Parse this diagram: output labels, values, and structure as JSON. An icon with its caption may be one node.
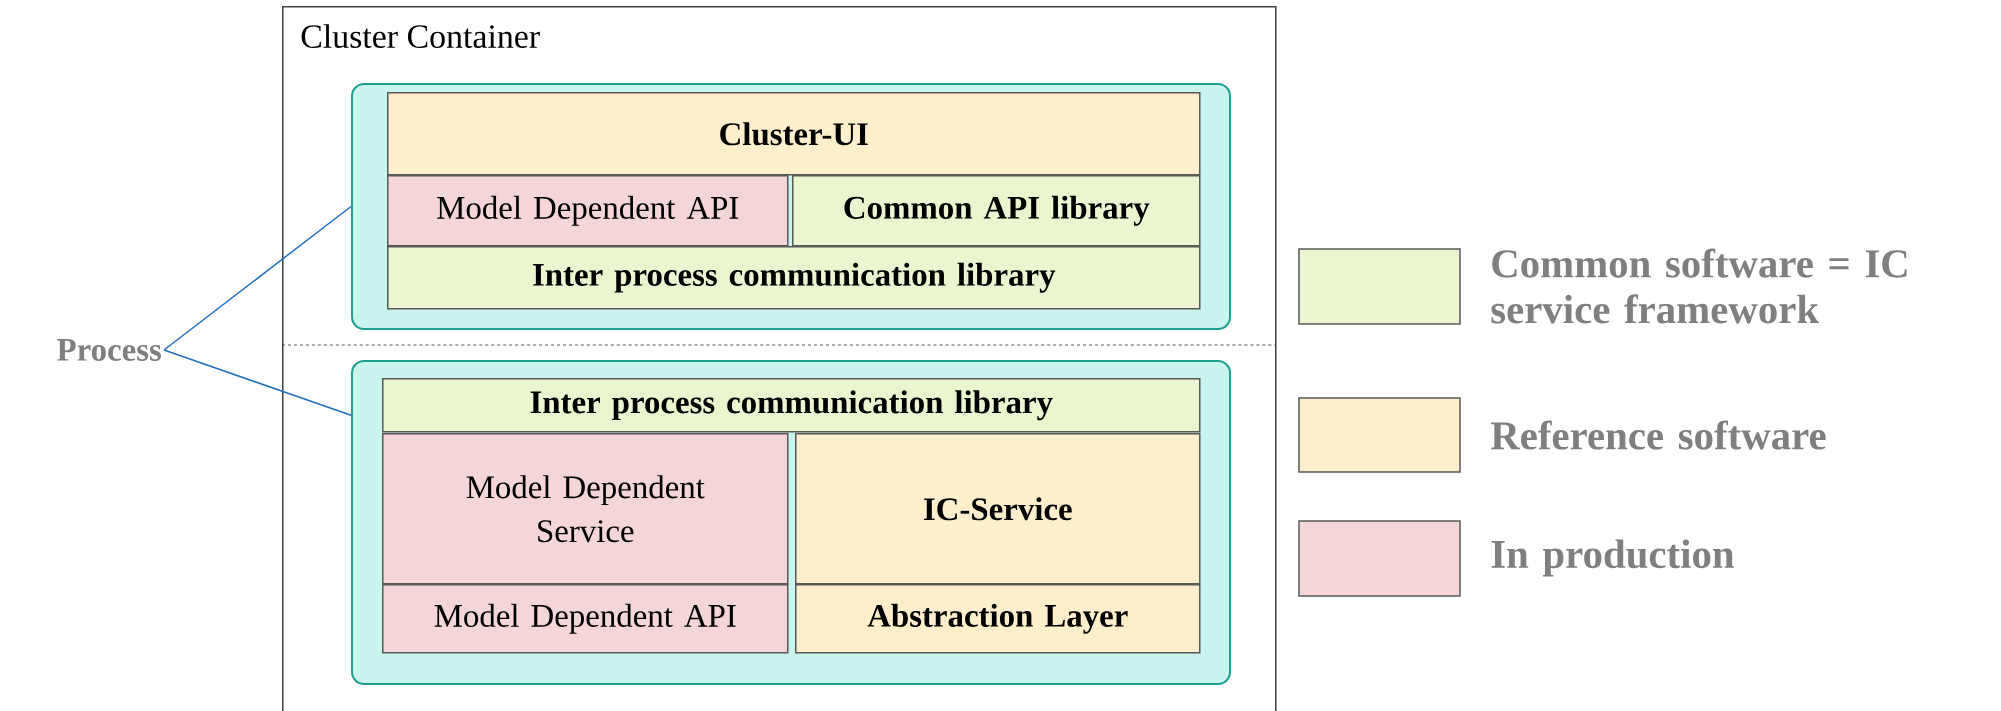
{
  "diagram": {
    "nodes": [
      {
        "text": [
          "Cluster Container"
        ]
      },
      {
        "text": [],
        "shape": "box",
        "in": 0
      },
      {
        "text": [
          "Cluster-UI"
        ],
        "in": 1
      },
      {
        "text": [
          "Model Dependent API"
        ],
        "in": 1
      },
      {
        "text": [
          "Common API library"
        ],
        "in": 1
      },
      {
        "text": [
          "Inter process communication library"
        ],
        "in": 1
      },
      {
        "text": [],
        "shape": "box",
        "in": 0
      },
      {
        "text": [
          "Inter process communication library"
        ],
        "in": 6
      },
      {
        "text": [
          "Model Dependent Service"
        ],
        "in": 6
      },
      {
        "text": [
          "IC-Service"
        ],
        "in": 6
      },
      {
        "text": [
          "Model Dependent API"
        ],
        "in": 6
      },
      {
        "text": [
          "Abstraction Layer"
        ],
        "in": 6
      },
      {
        "text": [
          "Process"
        ]
      }
    ],
    "edges": [
      {
        "from": 12,
        "to": 1,
        "arrow": "none"
      },
      {
        "from": 12,
        "to": 6,
        "arrow": "none"
      }
    ],
    "legend": [
      {
        "text": "Common software = IC service framework",
        "color": "#ebf6d1"
      },
      {
        "text": "Reference software",
        "color": "#fdefcb"
      },
      {
        "text": "In production",
        "color": "#f5d6d8"
      }
    ]
  }
}
